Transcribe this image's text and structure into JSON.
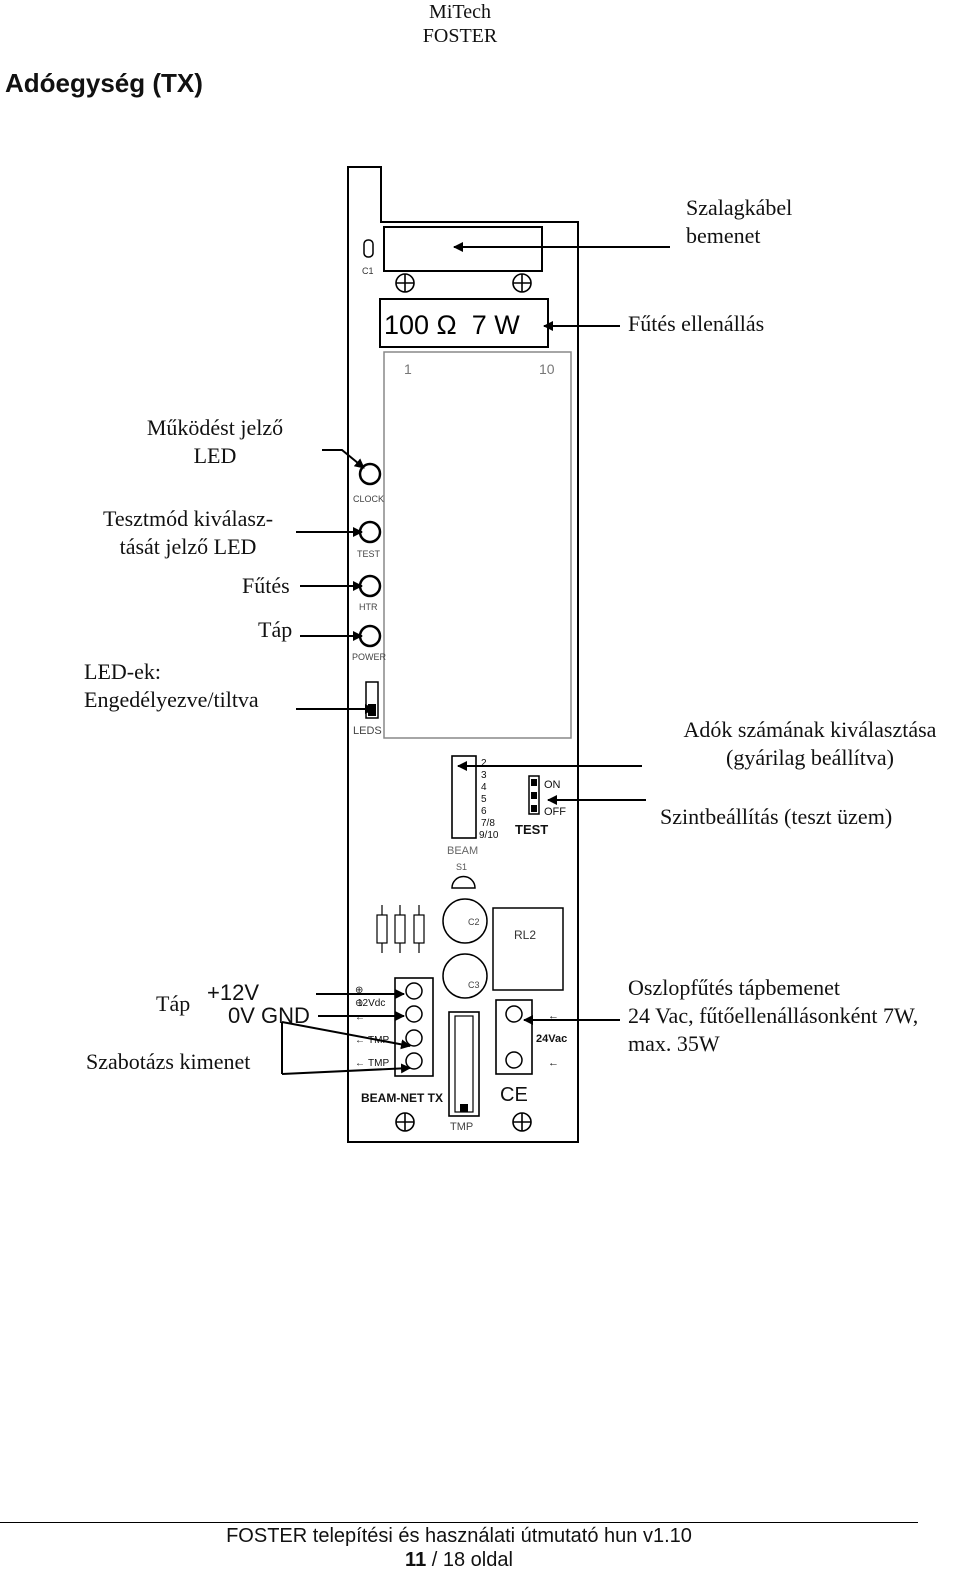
{
  "header": {
    "company_line1": "MiTech",
    "company_line2": "FOSTER"
  },
  "page_title": "Adóegység (TX)",
  "board": {
    "resistor_label": "100 Ω  7 W",
    "connector_num_left": "1",
    "connector_num_right": "10",
    "silk": {
      "c1": "C1",
      "clock": "CLOCK",
      "test": "TEST",
      "htr": "HTR",
      "power": "POWER",
      "leds": "LEDS",
      "beam": "BEAM",
      "beam_numbers": [
        "2",
        "3",
        "4",
        "5",
        "6",
        "7/8",
        "9/10"
      ],
      "on": "ON",
      "off": "OFF",
      "test_jumper": "TEST",
      "s1": "S1",
      "c2": "C2",
      "c3": "C3",
      "rl2": "RL2",
      "v12dc": "12Vdc",
      "tmp1": "TMP",
      "tmp2": "TMP",
      "v24ac": "24Vac",
      "brand": "BEAM-NET TX",
      "tmp_bottom": "TMP",
      "ce": "CE",
      "plus12v": "+12V",
      "gnd": "0V GND"
    }
  },
  "labels": {
    "ribbon_input": [
      "Szalagkábel",
      "bemenet"
    ],
    "heater_resistance": "Fűtés ellenállás",
    "operation_led": [
      "Működést jelző",
      "LED"
    ],
    "test_mode_led": [
      "Tesztmód kiválasz-",
      "tását jelző LED"
    ],
    "heating": "Fűtés",
    "power_led": "Táp",
    "leds_enable": [
      "LED-ek:",
      "Engedélyezve/tiltva"
    ],
    "tx_count": [
      "Adók számának kiválasztása",
      "(gyárilag beállítva)"
    ],
    "level_setting": "Szintbeállítás (teszt üzem)",
    "power_supply": "Táp",
    "tamper_output": "Szabotázs kimenet",
    "column_heating": [
      "Oszlopfűtés tápbemenet",
      "24 Vac, fűtőellenállásonként 7W,",
      "max. 35W"
    ]
  },
  "footer": {
    "title": "FOSTER telepítési és használati útmutató hun v1.10",
    "page_current": "11",
    "page_sep": " / 18 oldal"
  }
}
